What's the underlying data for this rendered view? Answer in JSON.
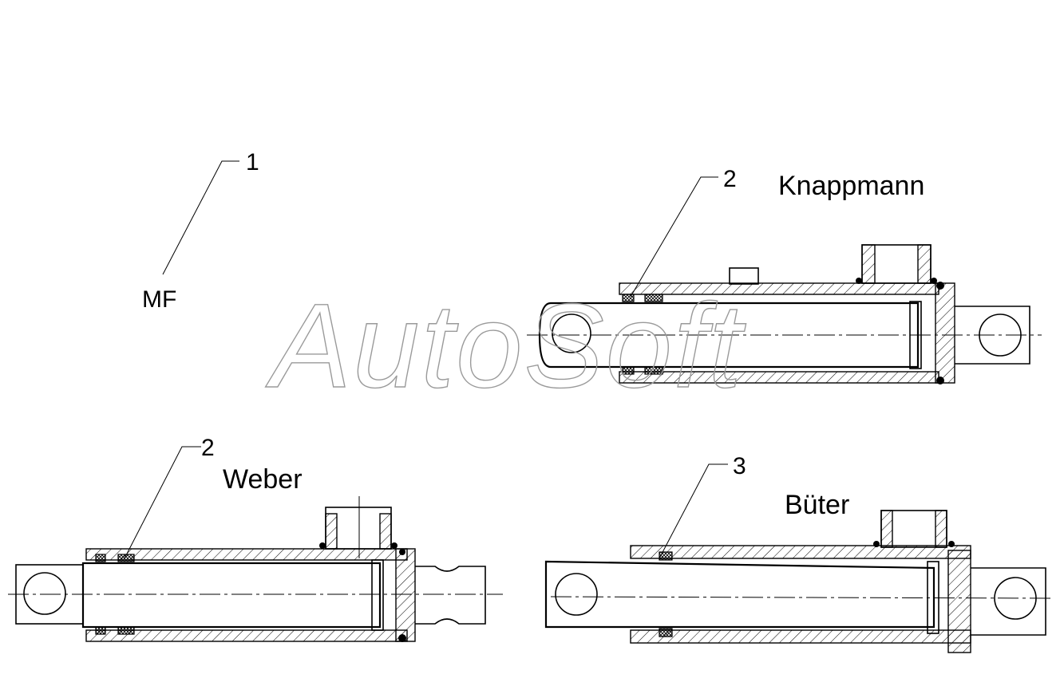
{
  "labels": {
    "mf": "MF",
    "knappmann": "Knappmann",
    "weber": "Weber",
    "buter": "Büter"
  },
  "callouts": {
    "mf_number": "1",
    "knappmann_number": "2",
    "weber_number": "2",
    "buter_number": "3"
  },
  "watermark": "AutoSoft",
  "colors": {
    "line": "#000000",
    "watermark_outline": "#9a9a9a",
    "background": "#ffffff"
  }
}
